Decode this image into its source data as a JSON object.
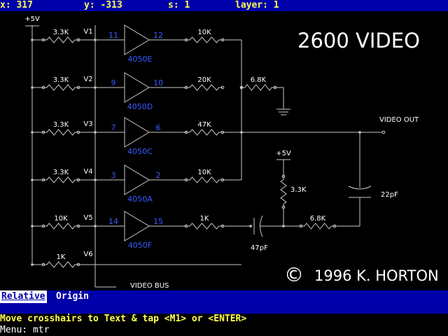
{
  "status": {
    "x": "x: 317",
    "y": "y: -313",
    "s": "s: 1",
    "layer": "layer: 1"
  },
  "schematic": {
    "title": "2600 VIDEO",
    "copyright_symbol": "©",
    "copyright": "1996 K. HORTON",
    "supply_top": "+5V",
    "supply_right": "+5V",
    "bus_label": "VIDEO BUS",
    "output_label": "VIDEO OUT",
    "ground_symbol": "ground-icon",
    "gates": [
      {
        "chip": "4050E",
        "pin_in": "11",
        "pin_out": "12",
        "r_in": "3.3K",
        "r_out": "10K",
        "v": "V1"
      },
      {
        "chip": "4050D",
        "pin_in": "9",
        "pin_out": "10",
        "r_in": "3.3K",
        "r_out": "20K",
        "v": "V2"
      },
      {
        "chip": "4050C",
        "pin_in": "7",
        "pin_out": "6",
        "r_in": "3.3K",
        "r_out": "47K",
        "v": "V3"
      },
      {
        "chip": "4050A",
        "pin_in": "3",
        "pin_out": "2",
        "r_in": "3.3K",
        "r_out": "10K",
        "v": "V4"
      },
      {
        "chip": "4050F",
        "pin_in": "14",
        "pin_out": "15",
        "r_in": "10K",
        "r_out": "1K",
        "v": "V5"
      }
    ],
    "v6": {
      "r_in": "1K",
      "v": "V6"
    },
    "r_gnd": "6.8K",
    "r_pullup": "3.3K",
    "r_series": "6.8K",
    "c_out": "22pF",
    "c_in": "47pF",
    "colors": {
      "wire": "#c8c8c8",
      "chip": "#3a5aff",
      "text": "#ffffff",
      "background": "#000000"
    }
  },
  "modes": {
    "relative": "Relative",
    "origin": "Origin"
  },
  "prompt": "Move crosshairs to Text & tap <M1> or <ENTER>",
  "menu": "Menu: mtr"
}
